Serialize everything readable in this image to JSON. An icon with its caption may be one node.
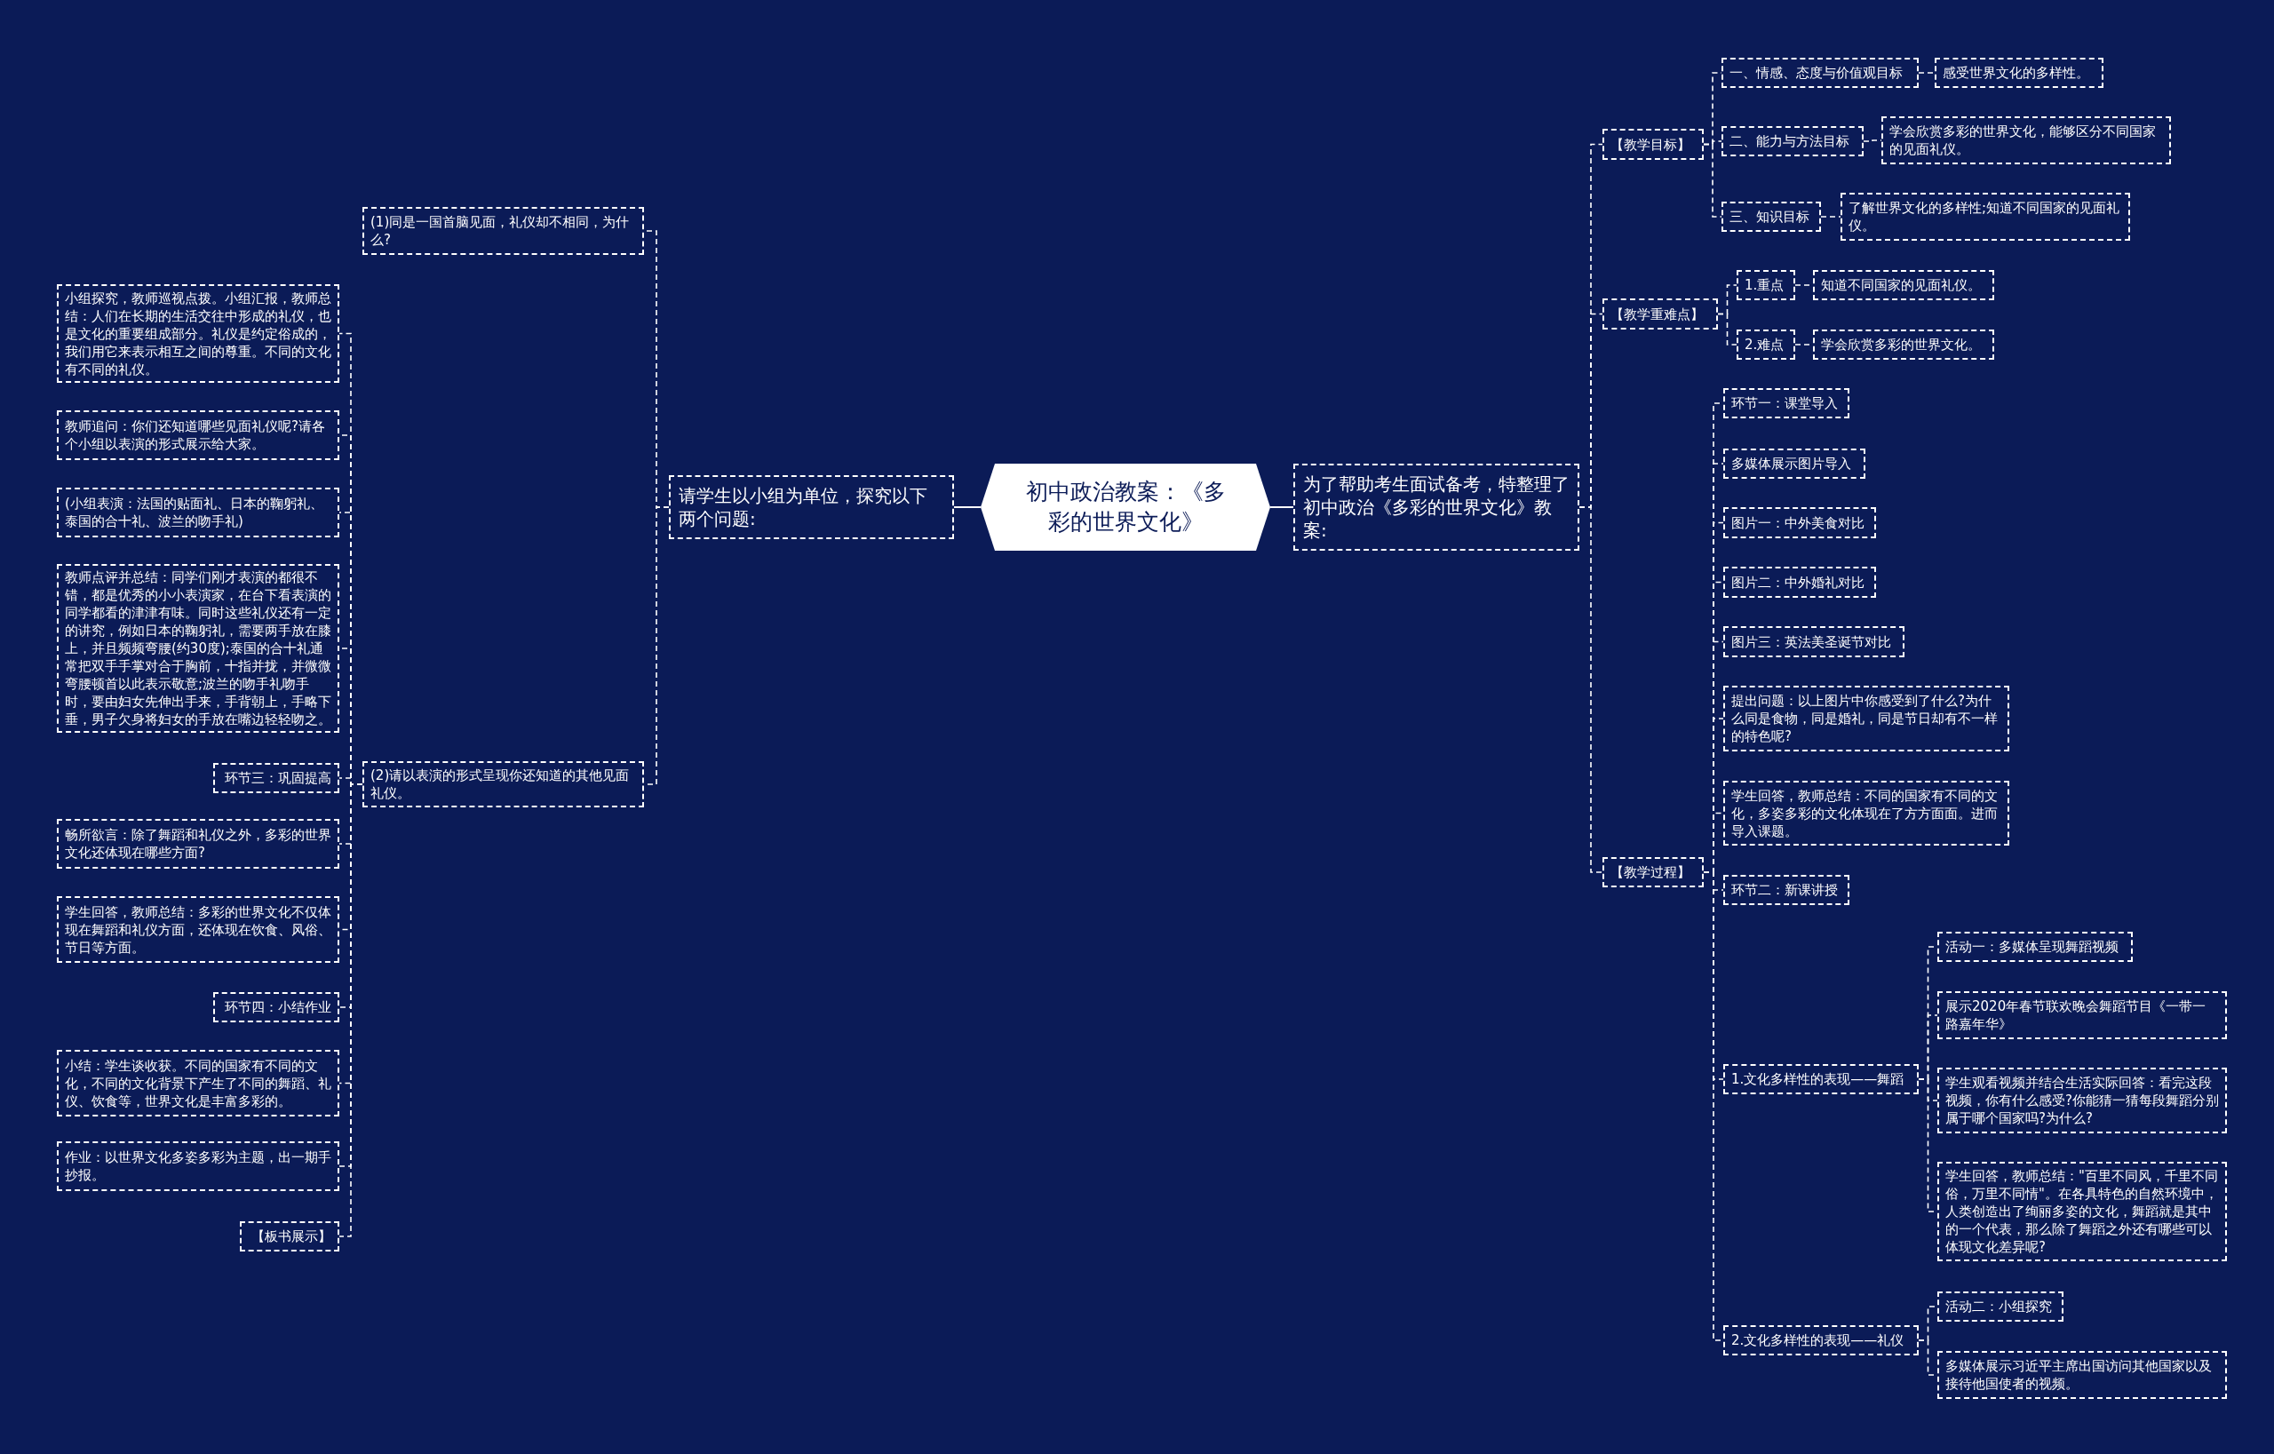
{
  "diagram": {
    "nodes": [
      {
        "text": [
          "初中政治教案：《多彩的世界文化》"
        ]
      },
      {
        "text": [
          "请学生以小组为单位，探究以下两个问题:"
        ]
      },
      {
        "text": [
          "(1)同是一国首脑见面，礼仪却不相同，为什么?"
        ]
      },
      {
        "text": [
          "(2)请以表演的形式呈现你还知道的其他见面礼仪。"
        ]
      },
      {
        "text": [
          "小组探究，教师巡视点拨。小组汇报，教师总结：人们在长期的生活交往中形成的礼仪，也是文化的重要组成部分。礼仪是约定俗成的，我们用它来表示相互之间的尊重。不同的文化有不同的礼仪。"
        ]
      },
      {
        "text": [
          "教师追问：你们还知道哪些见面礼仪呢?请各个小组以表演的形式展示给大家。"
        ]
      },
      {
        "text": [
          "(小组表演：法国的贴面礼、日本的鞠躬礼、泰国的合十礼、波兰的吻手礼)"
        ]
      },
      {
        "text": [
          "教师点评并总结：同学们刚才表演的都很不错，都是优秀的小小表演家，在台下看表演的同学都看的津津有味。同时这些礼仪还有一定的讲究，例如日本的鞠躬礼，需要两手放在膝上，并且频频弯腰(约30度);泰国的合十礼通常把双手手掌对合于胸前，十指并拢，并微微弯腰顿首以此表示敬意;波兰的吻手礼吻手时，要由妇女先伸出手来，手背朝上，手略下垂，男子欠身将妇女的手放在嘴边轻轻吻之。"
        ]
      },
      {
        "text": [
          "环节三：巩固提高"
        ]
      },
      {
        "text": [
          "畅所欲言：除了舞蹈和礼仪之外，多彩的世界文化还体现在哪些方面?"
        ]
      },
      {
        "text": [
          "学生回答，教师总结：多彩的世界文化不仅体现在舞蹈和礼仪方面，还体现在饮食、风俗、节日等方面。"
        ]
      },
      {
        "text": [
          "环节四：小结作业"
        ]
      },
      {
        "text": [
          "小结：学生谈收获。不同的国家有不同的文化，不同的文化背景下产生了不同的舞蹈、礼仪、饮食等，世界文化是丰富多彩的。"
        ]
      },
      {
        "text": [
          "作业：以世界文化多姿多彩为主题，出一期手抄报。"
        ]
      },
      {
        "text": [
          "【板书展示】"
        ]
      },
      {
        "text": [
          "为了帮助考生面试备考，特整理了初中政治《多彩的世界文化》教案:"
        ]
      },
      {
        "text": [
          "【教学目标】"
        ]
      },
      {
        "text": [
          "一、情感、态度与价值观目标"
        ]
      },
      {
        "text": [
          "感受世界文化的多样性。"
        ]
      },
      {
        "text": [
          "二、能力与方法目标"
        ]
      },
      {
        "text": [
          "学会欣赏多彩的世界文化，能够区分不同国家的见面礼仪。"
        ]
      },
      {
        "text": [
          "三、知识目标"
        ]
      },
      {
        "text": [
          "了解世界文化的多样性;知道不同国家的见面礼仪。"
        ]
      },
      {
        "text": [
          "【教学重难点】"
        ]
      },
      {
        "text": [
          "1.重点"
        ]
      },
      {
        "text": [
          "知道不同国家的见面礼仪。"
        ]
      },
      {
        "text": [
          "2.难点"
        ]
      },
      {
        "text": [
          "学会欣赏多彩的世界文化。"
        ]
      },
      {
        "text": [
          "【教学过程】"
        ]
      },
      {
        "text": [
          "环节一：课堂导入"
        ]
      },
      {
        "text": [
          "多媒体展示图片导入"
        ]
      },
      {
        "text": [
          "图片一：中外美食对比"
        ]
      },
      {
        "text": [
          "图片二：中外婚礼对比"
        ]
      },
      {
        "text": [
          "图片三：英法美圣诞节对比"
        ]
      },
      {
        "text": [
          "提出问题：以上图片中你感受到了什么?为什么同是食物，同是婚礼，同是节日却有不一样的特色呢?"
        ]
      },
      {
        "text": [
          "学生回答，教师总结：不同的国家有不同的文化，多姿多彩的文化体现在了方方面面。进而导入课题。"
        ]
      },
      {
        "text": [
          "环节二：新课讲授"
        ]
      },
      {
        "text": [
          "1.文化多样性的表现——舞蹈"
        ]
      },
      {
        "text": [
          "活动一：多媒体呈现舞蹈视频"
        ]
      },
      {
        "text": [
          "展示2020年春节联欢晚会舞蹈节目《一带一路嘉年华》"
        ]
      },
      {
        "text": [
          "学生观看视频并结合生活实际回答：看完这段视频，你有什么感受?你能猜一猜每段舞蹈分别属于哪个国家吗?为什么?"
        ]
      },
      {
        "text": [
          "学生回答，教师总结：\"百里不同风，千里不同俗，万里不同情\"。在各具特色的自然环境中，人类创造出了绚丽多姿的文化，舞蹈就是其中的一个代表，那么除了舞蹈之外还有哪些可以体现文化差异呢?"
        ]
      },
      {
        "text": [
          "2.文化多样性的表现——礼仪"
        ]
      },
      {
        "text": [
          "活动二：小组探究"
        ]
      },
      {
        "text": [
          "多媒体展示习近平主席出国访问其他国家以及接待他国使者的视频。"
        ]
      }
    ],
    "edges": [
      {
        "from": 0,
        "to": 1,
        "arrow": "none"
      },
      {
        "from": 1,
        "to": 2,
        "arrow": "none",
        "style": "dashed"
      },
      {
        "from": 1,
        "to": 3,
        "arrow": "none",
        "style": "dashed"
      },
      {
        "from": 3,
        "to": 4,
        "arrow": "none",
        "style": "dashed"
      },
      {
        "from": 3,
        "to": 5,
        "arrow": "none",
        "style": "dashed"
      },
      {
        "from": 3,
        "to": 6,
        "arrow": "none",
        "style": "dashed"
      },
      {
        "from": 3,
        "to": 7,
        "arrow": "none",
        "style": "dashed"
      },
      {
        "from": 3,
        "to": 8,
        "arrow": "none",
        "style": "dashed"
      },
      {
        "from": 3,
        "to": 9,
        "arrow": "none",
        "style": "dashed"
      },
      {
        "from": 3,
        "to": 10,
        "arrow": "none",
        "style": "dashed"
      },
      {
        "from": 3,
        "to": 11,
        "arrow": "none",
        "style": "dashed"
      },
      {
        "from": 3,
        "to": 12,
        "arrow": "none",
        "style": "dashed"
      },
      {
        "from": 3,
        "to": 13,
        "arrow": "none",
        "style": "dashed"
      },
      {
        "from": 3,
        "to": 14,
        "arrow": "none",
        "style": "dashed"
      },
      {
        "from": 0,
        "to": 15,
        "arrow": "none"
      },
      {
        "from": 15,
        "to": 16,
        "arrow": "none",
        "style": "dashed"
      },
      {
        "from": 16,
        "to": 17,
        "arrow": "none",
        "style": "dashed"
      },
      {
        "from": 17,
        "to": 18,
        "arrow": "none",
        "style": "dashed"
      },
      {
        "from": 16,
        "to": 19,
        "arrow": "none",
        "style": "dashed"
      },
      {
        "from": 19,
        "to": 20,
        "arrow": "none",
        "style": "dashed"
      },
      {
        "from": 16,
        "to": 21,
        "arrow": "none",
        "style": "dashed"
      },
      {
        "from": 21,
        "to": 22,
        "arrow": "none",
        "style": "dashed"
      },
      {
        "from": 15,
        "to": 23,
        "arrow": "none",
        "style": "dashed"
      },
      {
        "from": 23,
        "to": 24,
        "arrow": "none",
        "style": "dashed"
      },
      {
        "from": 24,
        "to": 25,
        "arrow": "none",
        "style": "dashed"
      },
      {
        "from": 23,
        "to": 26,
        "arrow": "none",
        "style": "dashed"
      },
      {
        "from": 26,
        "to": 27,
        "arrow": "none",
        "style": "dashed"
      },
      {
        "from": 15,
        "to": 28,
        "arrow": "none",
        "style": "dashed"
      },
      {
        "from": 28,
        "to": 29,
        "arrow": "none",
        "style": "dashed"
      },
      {
        "from": 28,
        "to": 30,
        "arrow": "none",
        "style": "dashed"
      },
      {
        "from": 28,
        "to": 31,
        "arrow": "none",
        "style": "dashed"
      },
      {
        "from": 28,
        "to": 32,
        "arrow": "none",
        "style": "dashed"
      },
      {
        "from": 28,
        "to": 33,
        "arrow": "none",
        "style": "dashed"
      },
      {
        "from": 28,
        "to": 34,
        "arrow": "none",
        "style": "dashed"
      },
      {
        "from": 28,
        "to": 35,
        "arrow": "none",
        "style": "dashed"
      },
      {
        "from": 28,
        "to": 36,
        "arrow": "none",
        "style": "dashed"
      },
      {
        "from": 28,
        "to": 37,
        "arrow": "none",
        "style": "dashed"
      },
      {
        "from": 37,
        "to": 38,
        "arrow": "none",
        "style": "dashed"
      },
      {
        "from": 37,
        "to": 39,
        "arrow": "none",
        "style": "dashed"
      },
      {
        "from": 37,
        "to": 40,
        "arrow": "none",
        "style": "dashed"
      },
      {
        "from": 37,
        "to": 41,
        "arrow": "none",
        "style": "dashed"
      },
      {
        "from": 28,
        "to": 42,
        "arrow": "none",
        "style": "dashed"
      },
      {
        "from": 42,
        "to": 43,
        "arrow": "none",
        "style": "dashed"
      },
      {
        "from": 42,
        "to": 44,
        "arrow": "none",
        "style": "dashed"
      }
    ]
  }
}
